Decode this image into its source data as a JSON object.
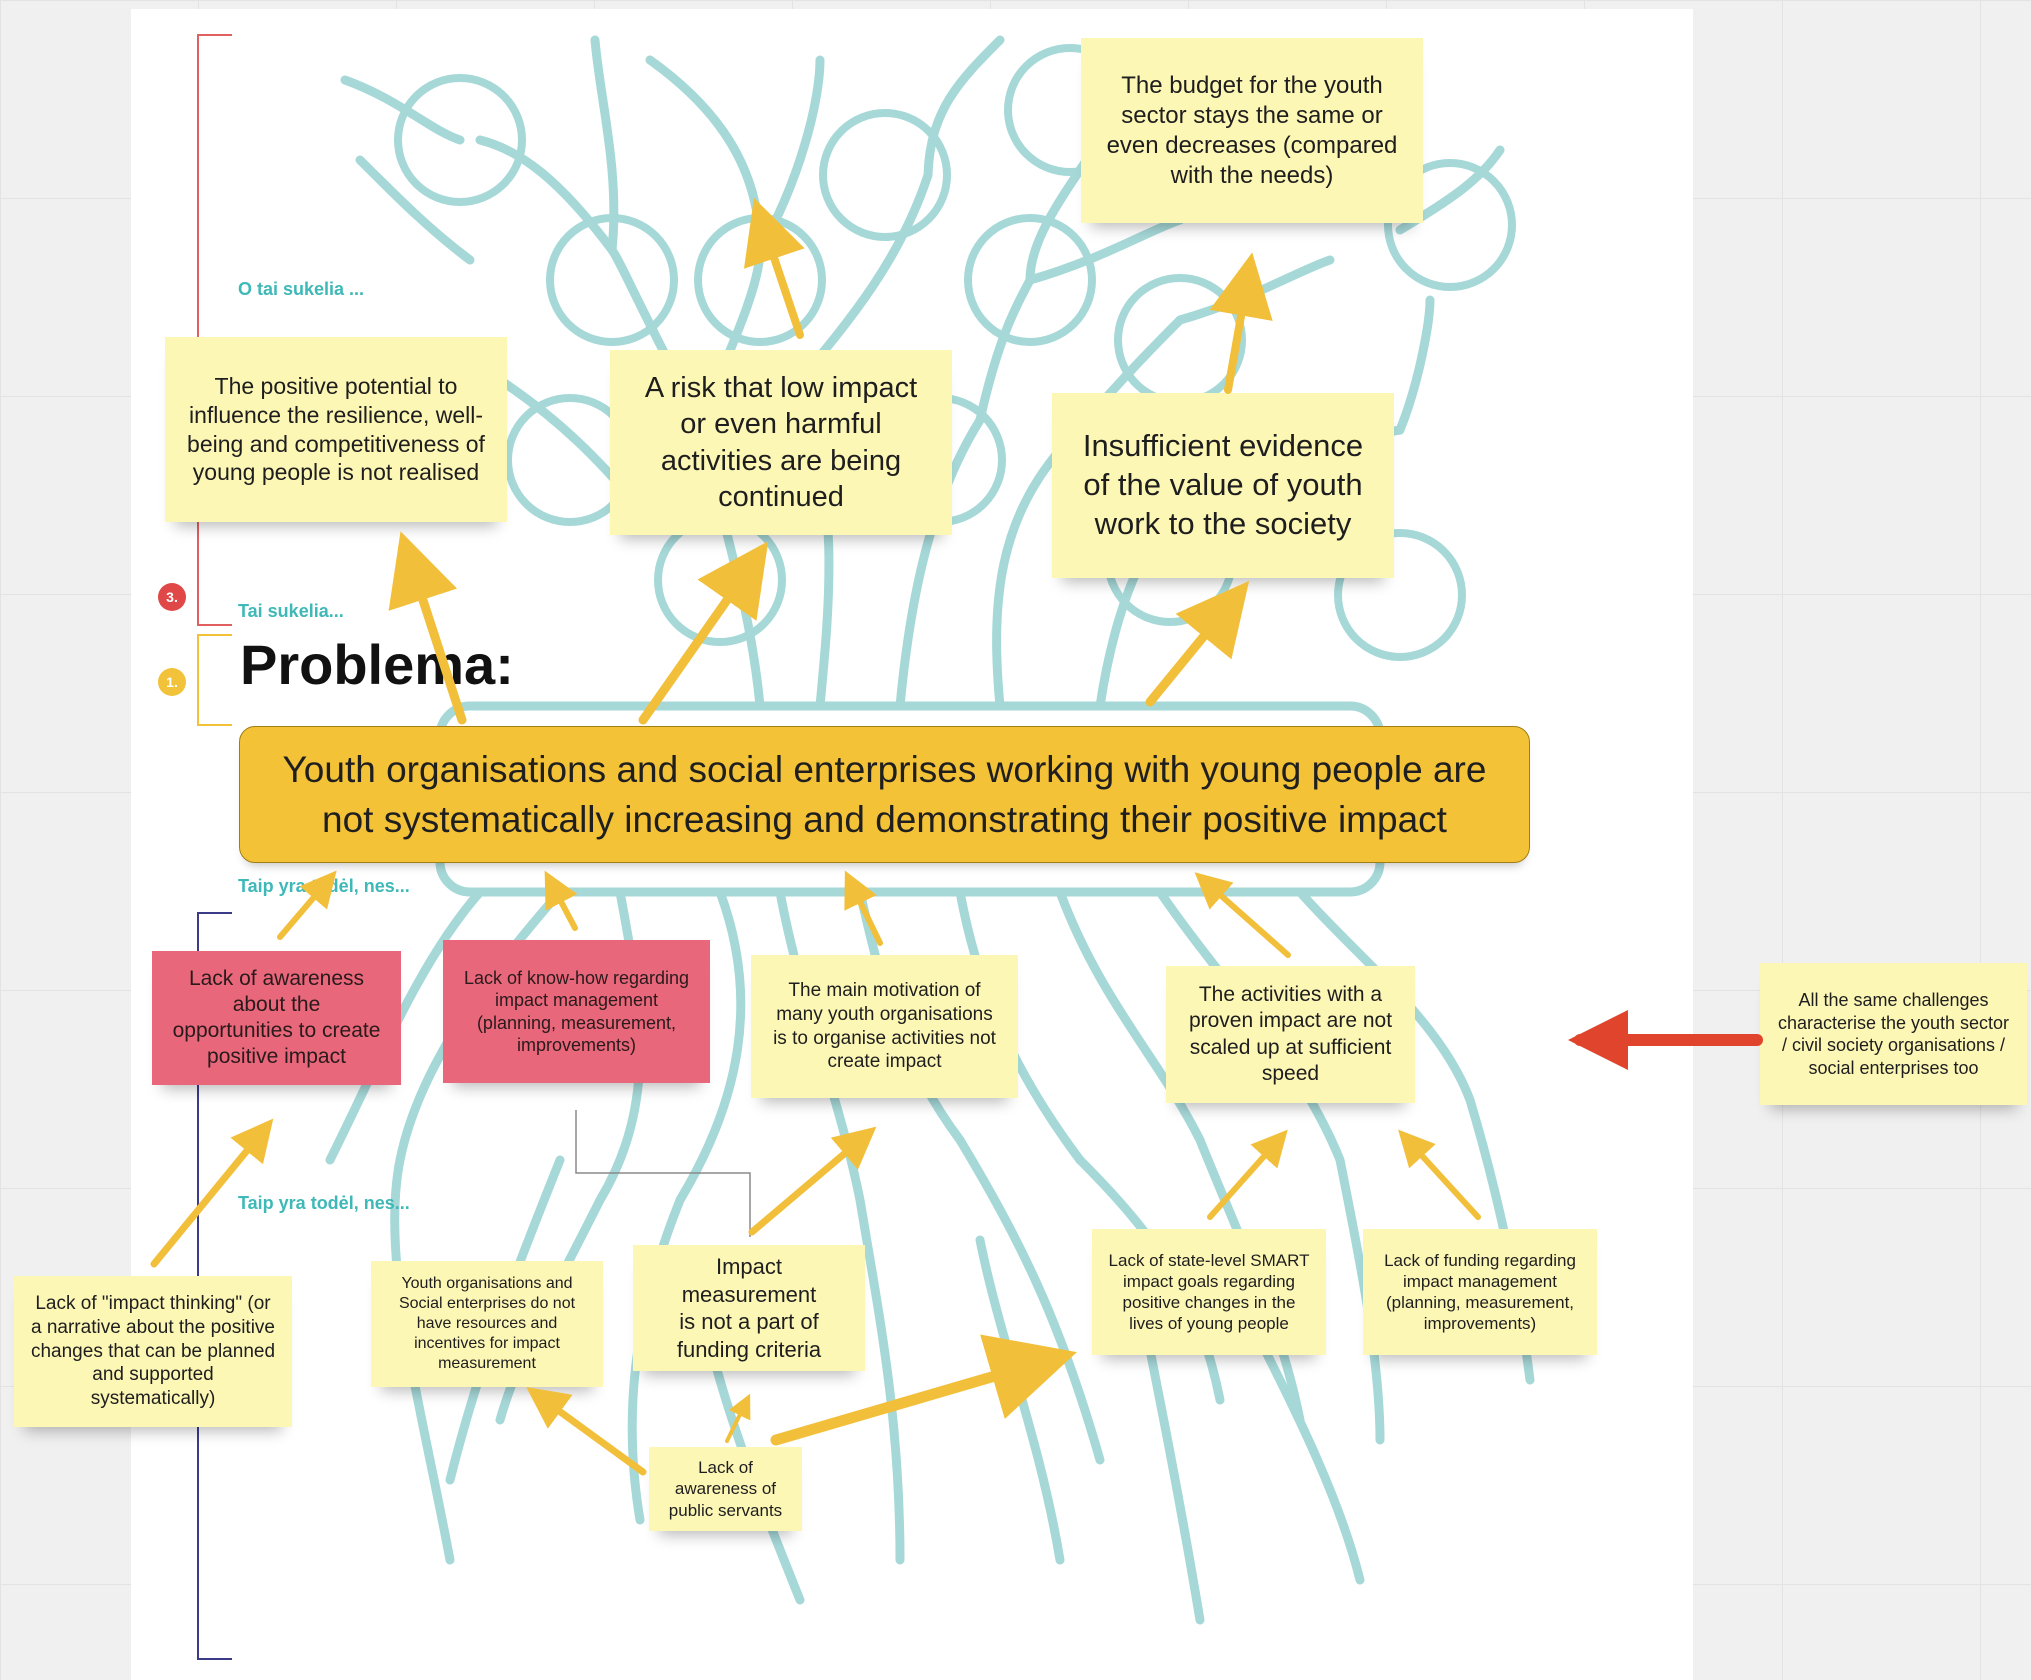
{
  "heading": "Problema:",
  "problem": "Youth organisations and social enterprises working with young people are\nnot systematically increasing and demonstrating their positive impact",
  "frame_labels": {
    "top": "O tai sukelia ...",
    "middle": "Tai sukelia...",
    "lower1": "Taip yra todėl, nes...",
    "lower2": "Taip yra todėl, nes..."
  },
  "badges": {
    "consequences": "3.",
    "problem": "1."
  },
  "effects": {
    "budget": "The budget for the youth\nsector stays the same or\neven decreases (compared\nwith the needs)",
    "potential": "The positive potential to\ninfluence the resilience, well-\nbeing and competitiveness of\nyoung people is not realised",
    "risk": "A risk that low impact\nor even harmful\nactivities are being\ncontinued",
    "evidence": "Insufficient evidence\nof the value of youth\nwork to the society"
  },
  "causes": {
    "awareness": "Lack of awareness\nabout the\nopportunities to create\npositive impact",
    "knowhow": "Lack of know-how regarding\nimpact management\n(planning, measurement,\nimprovements)",
    "motivation": "The main motivation of\nmany youth organisations\nis to organise activities not\ncreate impact",
    "scaled": "The activities with a\nproven impact are not\nscaled up at sufficient\nspeed",
    "sector": "All the same challenges\ncharacterise the youth sector\n/ civil society organisations /\nsocial enterprises too"
  },
  "root_causes": {
    "impact_thinking": "Lack of \"impact thinking\" (or\na narrative about the positive\nchanges that can be planned\nand supported\nsystematically)",
    "resources": "Youth organisations and\nSocial enterprises do not\nhave resources and\nincentives for impact\nmeasurement",
    "funding_criteria": "Impact measurement\nis not a part of\nfunding criteria",
    "smart_goals": "Lack of state-level SMART\nimpact goals regarding\npositive changes in the\nlives of young people",
    "funding_mgmt": "Lack of funding regarding\nimpact management\n(planning, measurement,\nimprovements)",
    "public_servants": "Lack of\nawareness of\npublic servants"
  },
  "colors": {
    "tree": "#a6d8d8",
    "arrow": "#f2bf3a",
    "red_arrow": "#e0442c",
    "sticky": "#fdf7b6",
    "pink": "#e8677a",
    "problem": "#f4c236"
  }
}
